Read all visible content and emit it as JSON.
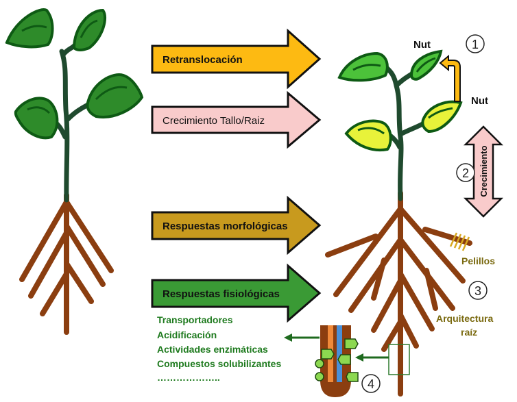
{
  "arrows": [
    {
      "label": "Retranslocación",
      "color": "#FDBA12"
    },
    {
      "label": "Crecimiento Tallo/Raiz",
      "color": "#F9CBCB"
    },
    {
      "label": "Respuestas morfológicas",
      "color": "#C89A1E"
    },
    {
      "label": "Respuestas fisiológicas",
      "color": "#3A9A35"
    }
  ],
  "annotations": {
    "nut_top": "Nut",
    "nut_bottom": "Nut",
    "num1": "1",
    "num2": "2",
    "num3": "3",
    "num4": "4",
    "crecimiento": "Crecimiento",
    "pelillos": "Pelillos",
    "arquitectura_line1": "Arquitectura",
    "arquitectura_line2": "raíz"
  },
  "physio_list": [
    "Transportadores",
    "Acidificación",
    "Actividades enzimáticas",
    "Compuestos solubilizantes",
    "……………….."
  ],
  "colors": {
    "leaf_dark": "#0E5A14",
    "leaf_mid": "#2E8B2A",
    "leaf_light": "#4CC23A",
    "leaf_yellow": "#E8F23A",
    "stem": "#1F4A2E",
    "root": "#8B3E10",
    "label_olive": "#7A6A10",
    "list_green": "#1E7A1E"
  }
}
